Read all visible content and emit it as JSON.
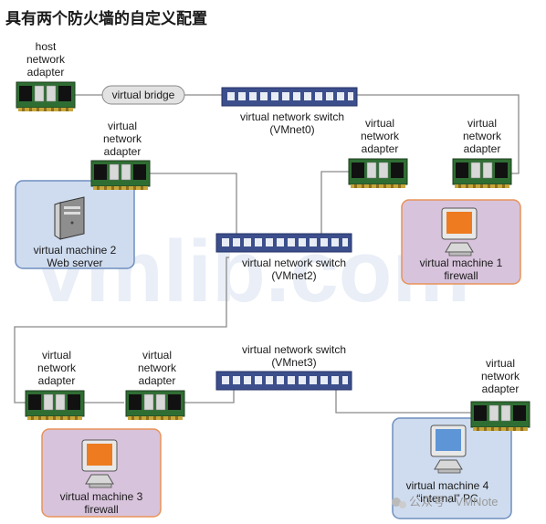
{
  "title": "具有两个防火墙的自定义配置",
  "labels": {
    "host_adapter": [
      "host",
      "network",
      "adapter"
    ],
    "virtual_bridge": "virtual bridge",
    "switch0": [
      "virtual network switch",
      "(VMnet0)"
    ],
    "adapter_vm2": [
      "virtual",
      "network",
      "adapter"
    ],
    "adapter_vm1_left": [
      "virtual",
      "network",
      "adapter"
    ],
    "adapter_vm1_right": [
      "virtual",
      "network",
      "adapter"
    ],
    "vm2": [
      "virtual machine 2",
      "Web server"
    ],
    "vm1": [
      "virtual machine 1",
      "firewall"
    ],
    "switch2": [
      "virtual network switch",
      "(VMnet2)"
    ],
    "switch3": [
      "virtual network switch",
      "(VMnet3)"
    ],
    "adapter_vm3_left": [
      "virtual",
      "network",
      "adapter"
    ],
    "adapter_vm3_right": [
      "virtual",
      "network",
      "adapter"
    ],
    "adapter_vm4": [
      "virtual",
      "network",
      "adapter"
    ],
    "vm3": [
      "virtual machine 3",
      "firewall"
    ],
    "vm4": [
      "virtual machine 4",
      "“internal” PC"
    ]
  },
  "watermark": "公众号 · VMNote",
  "colors": {
    "blue_box_fill": "#cfdcef",
    "blue_box_stroke": "#6f8fbf",
    "purple_box_fill": "#d8c3dc",
    "orange_box_stroke": "#e8935a",
    "card_green": "#3f7a3a",
    "switch_fill": "#3c4f8c",
    "bridge_fill": "#e2e2e2",
    "line": "#8a8a8a"
  }
}
